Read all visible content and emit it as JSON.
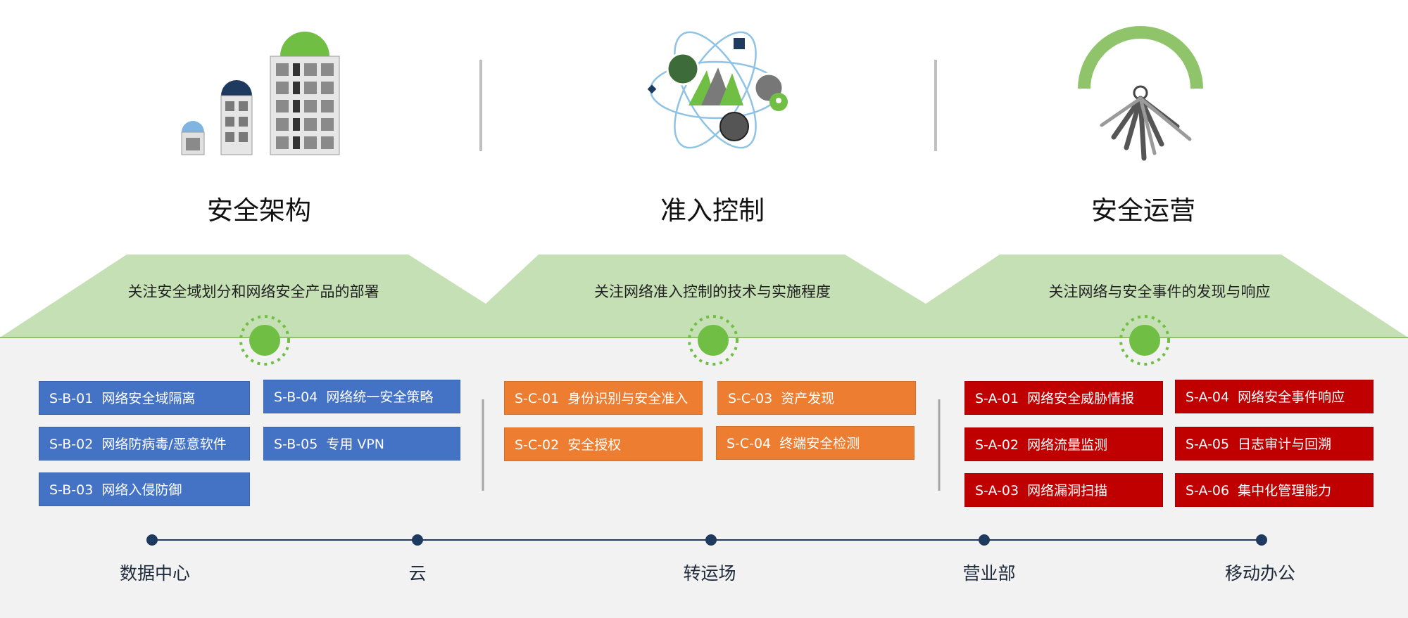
{
  "columns": [
    {
      "title": "安全架构",
      "subtitle": "关注安全域划分和网络安全产品的部署",
      "icon": "buildings-icon",
      "boxes": [
        {
          "code": "S-B-01",
          "label": "网络安全域隔离"
        },
        {
          "code": "S-B-02",
          "label": "网络防病毒/恶意软件"
        },
        {
          "code": "S-B-03",
          "label": "网络入侵防御"
        },
        {
          "code": "S-B-04",
          "label": "网络统一安全策略"
        },
        {
          "code": "S-B-05",
          "label": "专用 VPN"
        }
      ]
    },
    {
      "title": "准入控制",
      "subtitle": "关注网络准入控制的技术与实施程度",
      "icon": "atom-network-icon",
      "boxes": [
        {
          "code": "S-C-01",
          "label": "身份识别与安全准入"
        },
        {
          "code": "S-C-02",
          "label": "安全授权"
        },
        {
          "code": "S-C-03",
          "label": "资产发现"
        },
        {
          "code": "S-C-04",
          "label": "终端安全检测"
        }
      ]
    },
    {
      "title": "安全运营",
      "subtitle": "关注网络与安全事件的发现与响应",
      "icon": "keys-icon",
      "boxes": [
        {
          "code": "S-A-01",
          "label": "网络安全威胁情报"
        },
        {
          "code": "S-A-02",
          "label": "网络流量监测"
        },
        {
          "code": "S-A-03",
          "label": "网络漏洞扫描"
        },
        {
          "code": "S-A-04",
          "label": "网络安全事件响应"
        },
        {
          "code": "S-A-05",
          "label": "日志审计与回溯"
        },
        {
          "code": "S-A-06",
          "label": "集中化管理能力"
        }
      ]
    }
  ],
  "timeline": [
    "数据中心",
    "云",
    "转运场",
    "营业部",
    "移动办公"
  ],
  "colors": {
    "blue": "#4472c4",
    "orange": "#ed7d31",
    "red": "#c00000",
    "green": "#70bf44",
    "band": "#c5e0b4",
    "panel": "#f2f2f2",
    "timeline": "#1f3a5f"
  }
}
